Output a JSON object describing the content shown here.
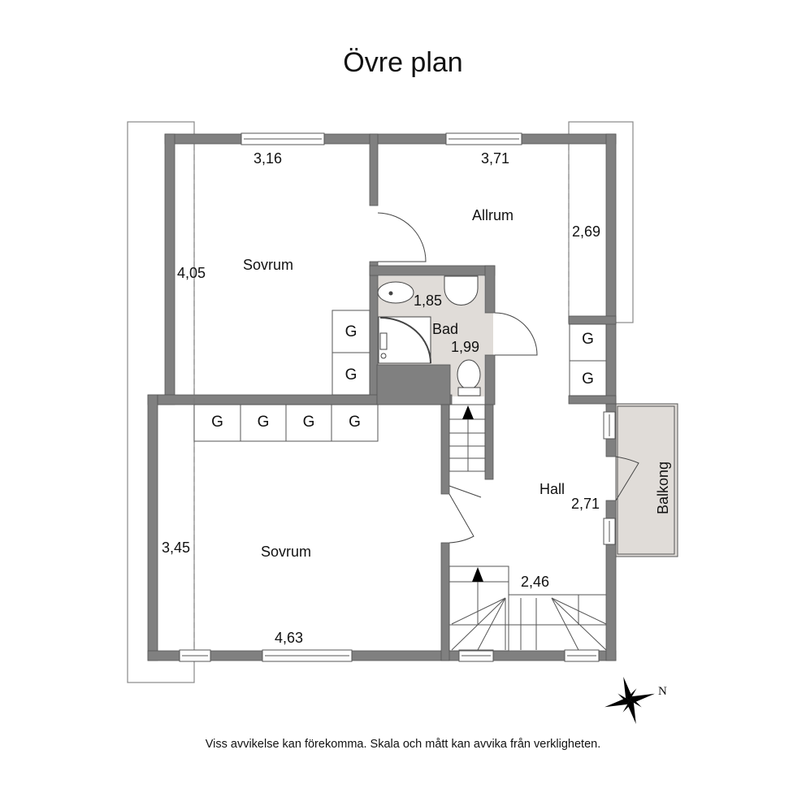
{
  "title": "Övre plan",
  "rooms": [
    {
      "name": "Sovrum",
      "width": "3,16",
      "depth": "4,05"
    },
    {
      "name": "Allrum",
      "width": "3,71",
      "depth": "2,69"
    },
    {
      "name": "Bad",
      "width": "1,85",
      "depth": "1,99"
    },
    {
      "name": "Sovrum",
      "width": "4,63",
      "depth": "3,45"
    },
    {
      "name": "Hall",
      "width": "2,46",
      "depth": "2,71"
    },
    {
      "name": "Balkong"
    }
  ],
  "wardrobe_label": "G",
  "compass": {
    "north_label": "N"
  },
  "footer": "Viss avvikelse kan förekomma. Skala och mått kan avvika från verkligheten.",
  "colors": {
    "wall": "#808080",
    "wet_room": "#e0dcd8",
    "balcony": "#e0dcd8",
    "outline": "#444444"
  }
}
